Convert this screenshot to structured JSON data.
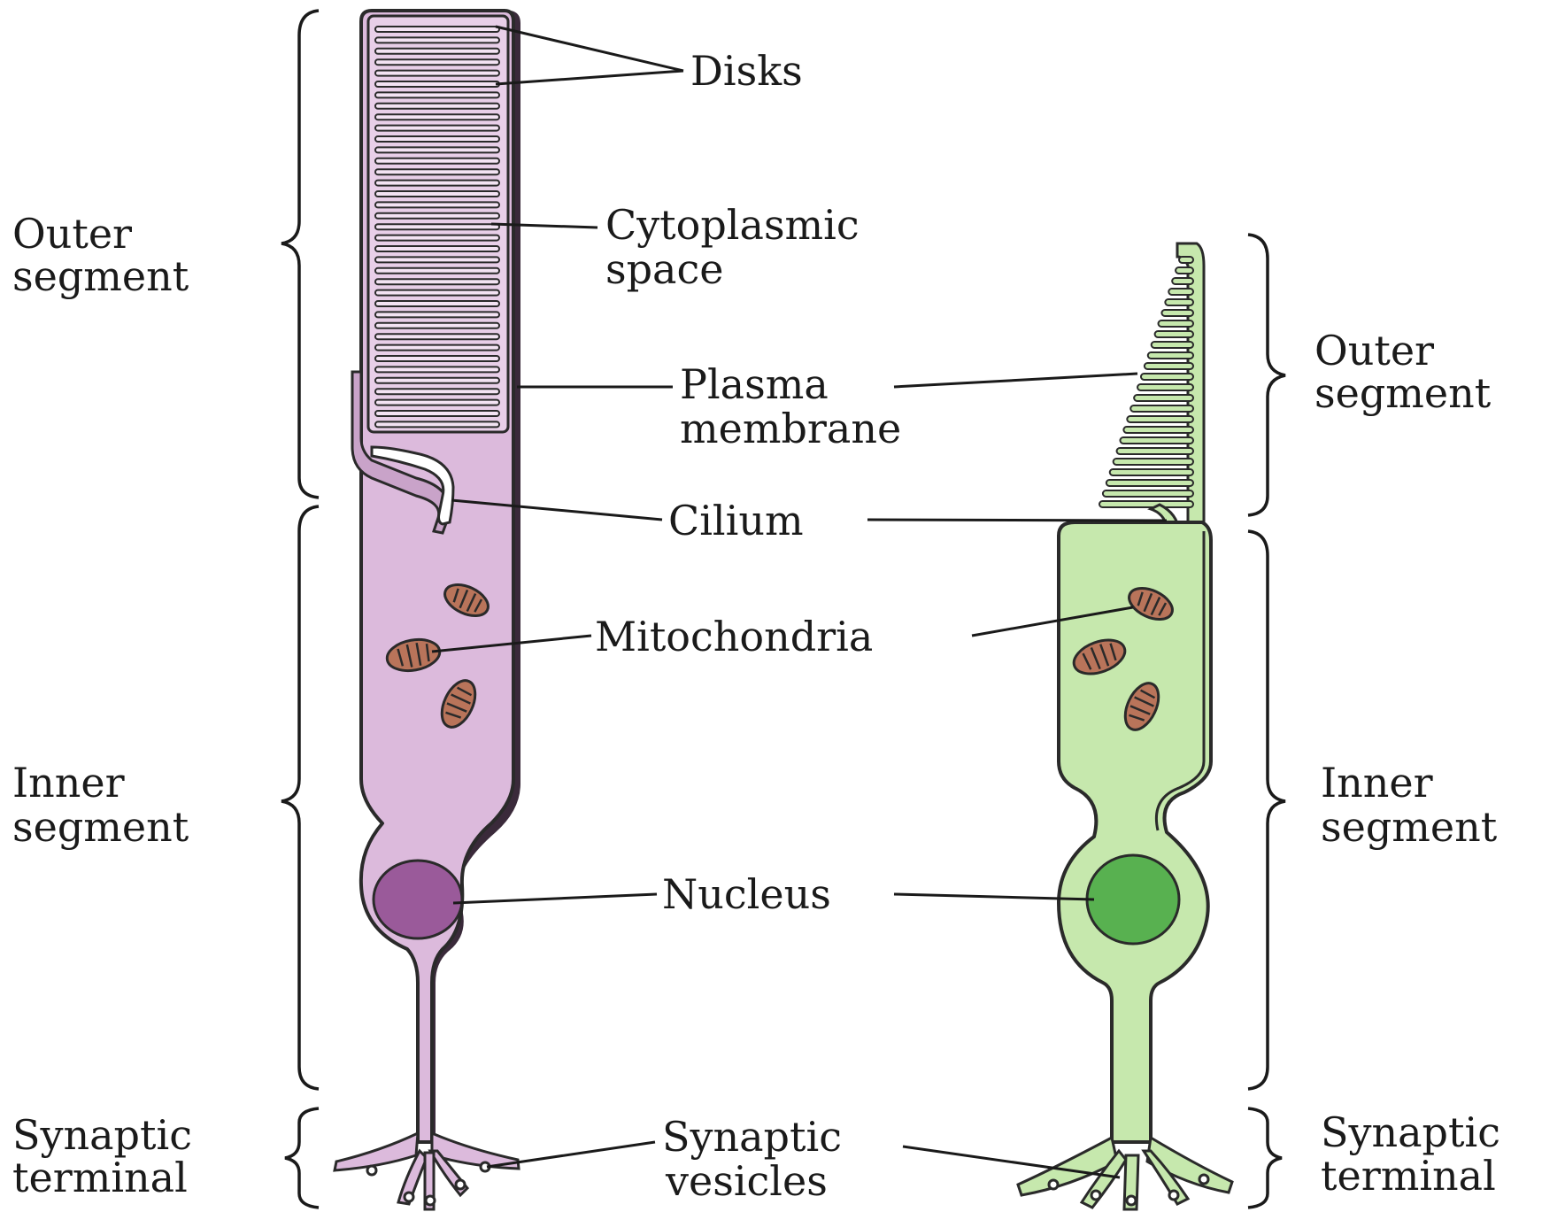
{
  "colors": {
    "rod_fill": "#dcbadc",
    "rod_disk": "#f3e3f3",
    "rod_nucleus": "#9a5a9a",
    "cone_fill": "#c6e8ad",
    "cone_nucleus": "#58b150",
    "mitochondria": "#b9745a",
    "outline": "#2a2a2a"
  },
  "left_labels": {
    "outer_segment": [
      "Outer",
      "segment"
    ],
    "inner_segment": [
      "Inner",
      "segment"
    ],
    "synaptic_terminal": [
      "Synaptic",
      "terminal"
    ]
  },
  "right_labels": {
    "outer_segment": [
      "Outer",
      "segment"
    ],
    "inner_segment": [
      "Inner",
      "segment"
    ],
    "synaptic_terminal": [
      "Synaptic",
      "terminal"
    ]
  },
  "center_labels": {
    "disks": "Disks",
    "cytoplasmic_space": [
      "Cytoplasmic",
      "space"
    ],
    "plasma_membrane": [
      "Plasma",
      "membrane"
    ],
    "cilium": "Cilium",
    "mitochondria": "Mitochondria",
    "nucleus": "Nucleus",
    "synaptic_vesicles": [
      "Synaptic",
      "vesicles"
    ]
  }
}
